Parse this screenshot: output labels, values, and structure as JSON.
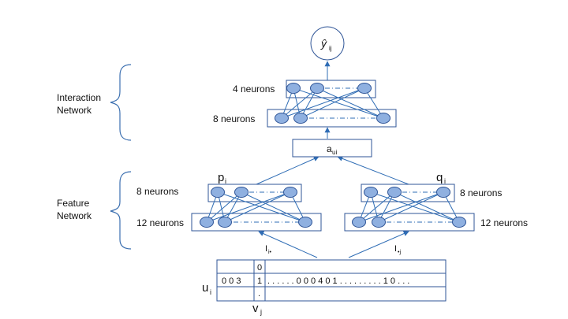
{
  "output": {
    "symbol": "ŷ",
    "sub": "ij"
  },
  "interaction": {
    "section": [
      "Interaction",
      "Network"
    ],
    "layer_top_label": "4 neurons",
    "layer_bottom_label": "8 neurons",
    "aui_main": "a",
    "aui_sub": "ui"
  },
  "feature": {
    "section": [
      "Feature",
      "Network"
    ],
    "left": {
      "name": "p",
      "sub": "i",
      "top_label": "8 neurons",
      "bottom_label": "12 neurons"
    },
    "right": {
      "name": "q",
      "sub": "i",
      "top_label": "8 neurons",
      "bottom_label": "12 neurons"
    }
  },
  "inputs": {
    "left": {
      "main": "I",
      "sub": "i•"
    },
    "right": {
      "main": "I",
      "sub": "•j"
    }
  },
  "matrix": {
    "row_label_main": "u",
    "row_label_sub": "i",
    "col_label_main": "v",
    "col_label_sub": "j",
    "row_text_left": "0 0 3",
    "row_text_right": ". . . . . .  0 0 0 4 0 1 . . . . . . . . . 1 0 . . .",
    "col_top": "0",
    "col_mid": "1",
    "col_bottom": "."
  },
  "colors": {
    "node_fill": "#8fb0e0",
    "node_stroke": "#2f5597",
    "line": "#2f6db5",
    "brace": "#3b6fb0"
  }
}
